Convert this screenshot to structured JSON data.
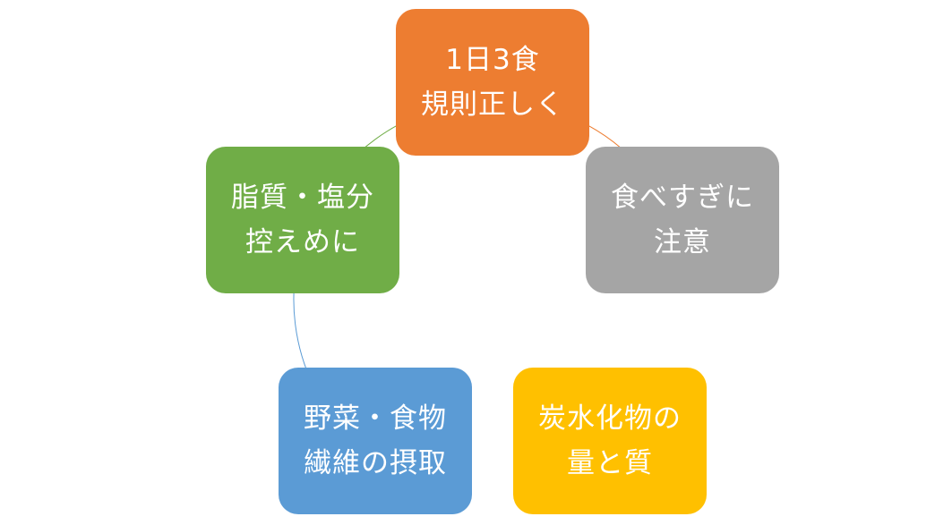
{
  "nodes": [
    {
      "id": "meals",
      "lines": [
        "1日3食",
        "規則正しく"
      ],
      "color": "#ED7D31"
    },
    {
      "id": "overeating",
      "lines": [
        "食べすぎに",
        "注意"
      ],
      "color": "#A5A5A5"
    },
    {
      "id": "carbs",
      "lines": [
        "炭水化物の",
        "量と質"
      ],
      "color": "#FFC000"
    },
    {
      "id": "fiber",
      "lines": [
        "野菜・食物",
        "繊維の摂取"
      ],
      "color": "#5B9BD5"
    },
    {
      "id": "fat-salt",
      "lines": [
        "脂質・塩分",
        "控えめに"
      ],
      "color": "#70AD47"
    }
  ]
}
